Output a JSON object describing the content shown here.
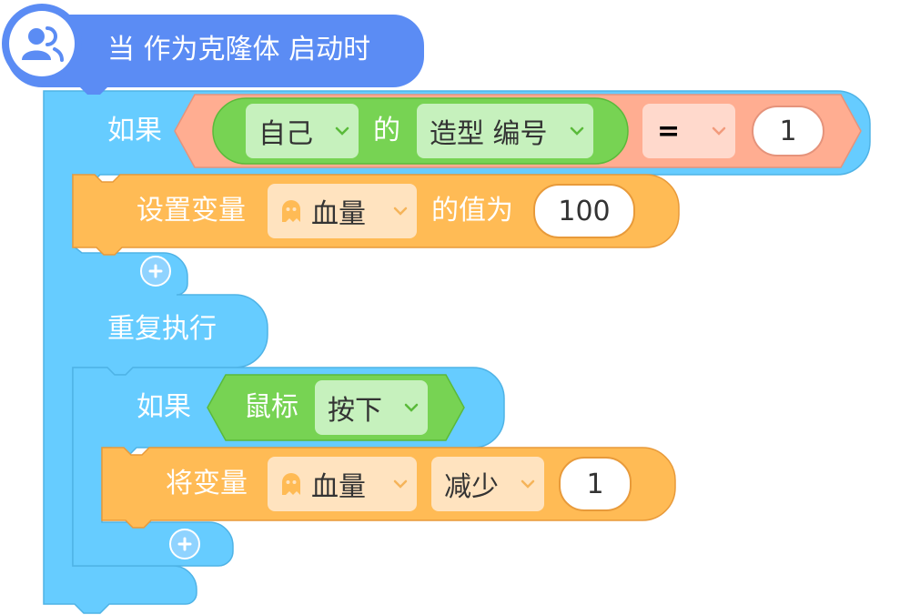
{
  "hat": {
    "label": "当 作为克隆体 启动时",
    "icon": "clone-users-icon"
  },
  "if1": {
    "label": "如果",
    "self_dropdown": "自己",
    "of_label": "的",
    "property_dropdown": "造型 编号",
    "operator": "=",
    "compare_value": "1"
  },
  "set_var": {
    "label": "设置变量",
    "var_name": "血量",
    "to_label": "的值为",
    "value": "100"
  },
  "repeat": {
    "label": "重复执行"
  },
  "if2": {
    "label": "如果",
    "sensor_label": "鼠标",
    "sensor_dropdown": "按下"
  },
  "change_var": {
    "label": "将变量",
    "var_name": "血量",
    "op_dropdown": "减少",
    "value": "1"
  },
  "colors": {
    "event": "#5b8cf4",
    "control": "#66ccff",
    "variable": "#ffbb55",
    "sensing": "#77d353",
    "operator": "#ffad91"
  }
}
